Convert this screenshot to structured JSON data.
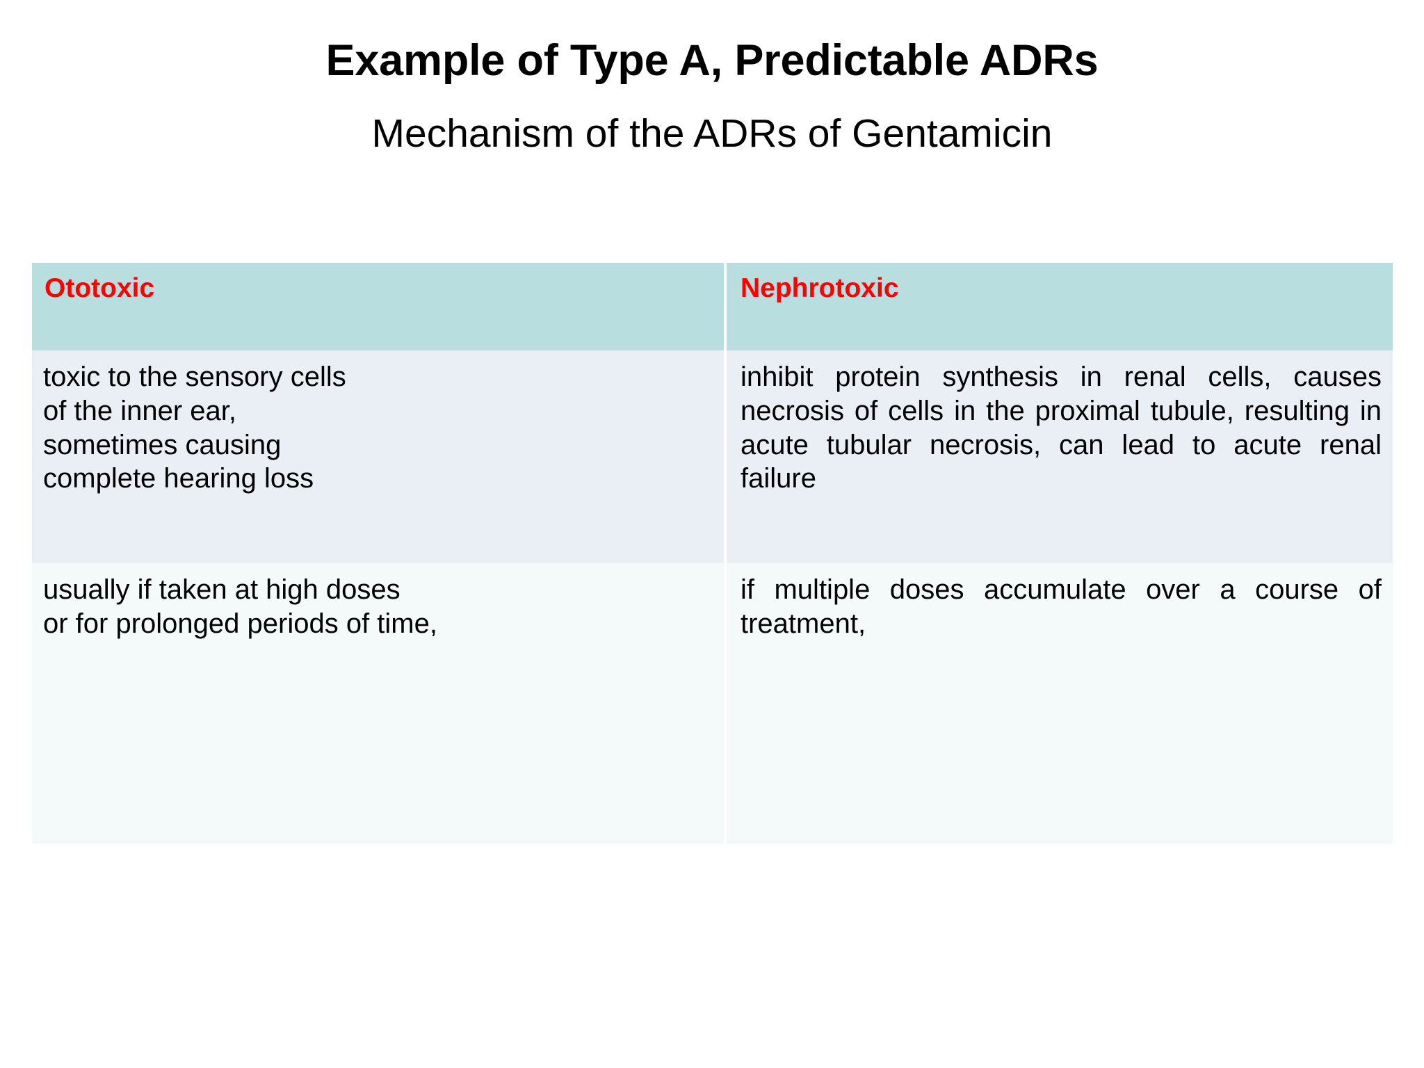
{
  "slide": {
    "title": "Example of Type A, Predictable ADRs",
    "subtitle": "Mechanism of the ADRs of Gentamicin"
  },
  "colors": {
    "header_background": "#b9dee0",
    "header_text": "#fe0000",
    "row1_background": "#e9eff5",
    "row2_background": "#f4f9f9",
    "page_background": "#ffffff",
    "body_text": "#000000"
  },
  "table": {
    "headers": [
      "Ototoxic",
      "Nephrotoxic"
    ],
    "rows": [
      {
        "ototoxic": "toxic to the sensory cells\nof the inner ear,\nsometimes causing\ncomplete hearing loss",
        "nephrotoxic": "inhibit protein synthesis in renal cells, causes necrosis of cells in the proximal tubule, resulting in acute tubular necrosis, can lead to acute renal failure"
      },
      {
        "ototoxic": "usually if taken at high doses\nor for prolonged periods of time,",
        "nephrotoxic": "if multiple doses accumulate over a course of treatment,"
      }
    ]
  }
}
